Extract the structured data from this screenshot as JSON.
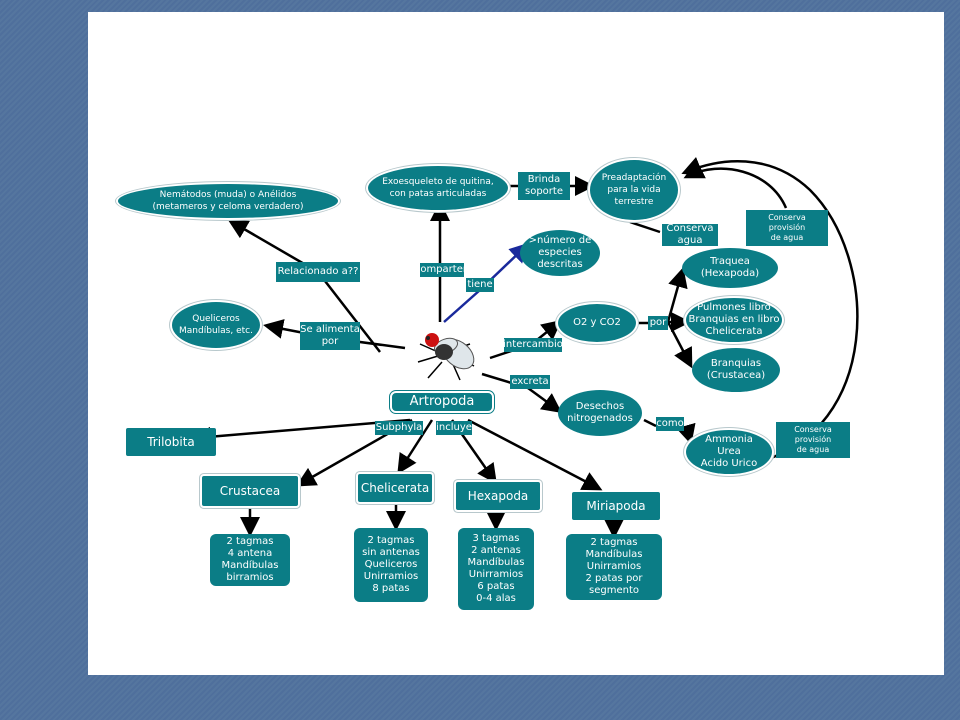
{
  "center": "Artropoda",
  "nodes": {
    "nematodos": "Nemátodos (muda) o Anélidos\n(metameros y celoma verdadero)",
    "exoesqueleto": "Exoesqueleto de quitina,\ncon patas articuladas",
    "preadaptacion": "Preadaptación\npara la vida\nterrestre",
    "numero": ">número de\nespecies\ndescritas",
    "queliceros": "Queliceros\nMandíbulas, etc.",
    "o2": "O2 y CO2",
    "traquea": "Traquea\n(Hexapoda)",
    "pulmones": "Pulmones libro\nBranquias en libro\nChelicerata",
    "branquias": "Branquias\n(Crustacea)",
    "desechos": "Desechos\nnitrogenados",
    "ammonia": "Ammonia\nUrea\nAcido Urico",
    "trilobita": "Trilobita",
    "crustacea": "Crustacea",
    "chelicerata": "Chelicerata",
    "hexapoda": "Hexapoda",
    "miriapoda": "Miriapoda",
    "crustacea_det": "2 tagmas\n4 antena\nMandíbulas\nbirramios",
    "chelicerata_det": "2 tagmas\nsin antenas\nQueliceros\nUnirramios\n8 patas",
    "hexapoda_det": "3 tagmas\n2 antenas\nMandíbulas\nUnirramios\n6 patas\n0-4 alas",
    "miriapoda_det": "2 tagmas\nMandíbulas\nUnirramios\n2 patas por\nsegmento"
  },
  "labels": {
    "brinda": "Brinda\nsoporte",
    "conserva_agua": "Conserva\nagua",
    "conserva_prov1": "Conserva\nprovisión\nde agua",
    "conserva_prov2": "Conserva\nprovisión\nde agua",
    "relacionado": "Relacionado a??",
    "comparten": "comparten",
    "tiene": "tiene",
    "alimenta": "Se alimenta\npor",
    "intercambio": "intercambio",
    "por": "por",
    "excreta": "excreta",
    "como": "como",
    "subphyla": "Subphyla",
    "incluye": "incluye"
  },
  "colors": {
    "node": "#0b7d86",
    "line": "#000000",
    "highlight": "#1a2a9c",
    "fly_head": "#cc1111"
  }
}
